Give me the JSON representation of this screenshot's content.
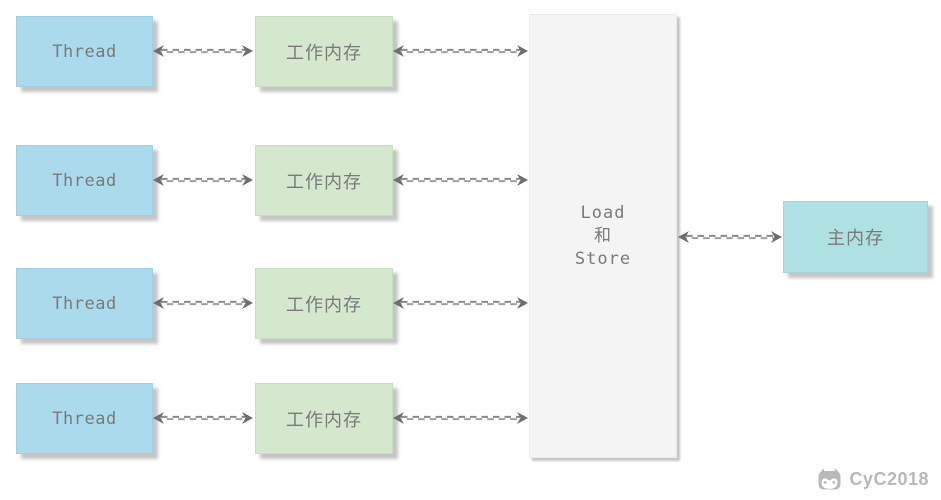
{
  "diagram": {
    "threads": [
      {
        "label": "Thread"
      },
      {
        "label": "Thread"
      },
      {
        "label": "Thread"
      },
      {
        "label": "Thread"
      }
    ],
    "working_memories": [
      {
        "label": "工作内存"
      },
      {
        "label": "工作内存"
      },
      {
        "label": "工作内存"
      },
      {
        "label": "工作内存"
      }
    ],
    "load_store": {
      "line1": "Load",
      "line2": "和",
      "line3": "Store"
    },
    "main_memory": {
      "label": "主内存"
    },
    "colors": {
      "thread_fill": "#abdaec",
      "working_memory_fill": "#d5e8ce",
      "load_store_fill": "#f4f4f4",
      "main_memory_fill": "#b0e1e2",
      "text": "#7a7a7a",
      "arrow": "#767676"
    }
  },
  "watermark": {
    "icon": "github-octocat-icon",
    "text": "CyC2018"
  }
}
